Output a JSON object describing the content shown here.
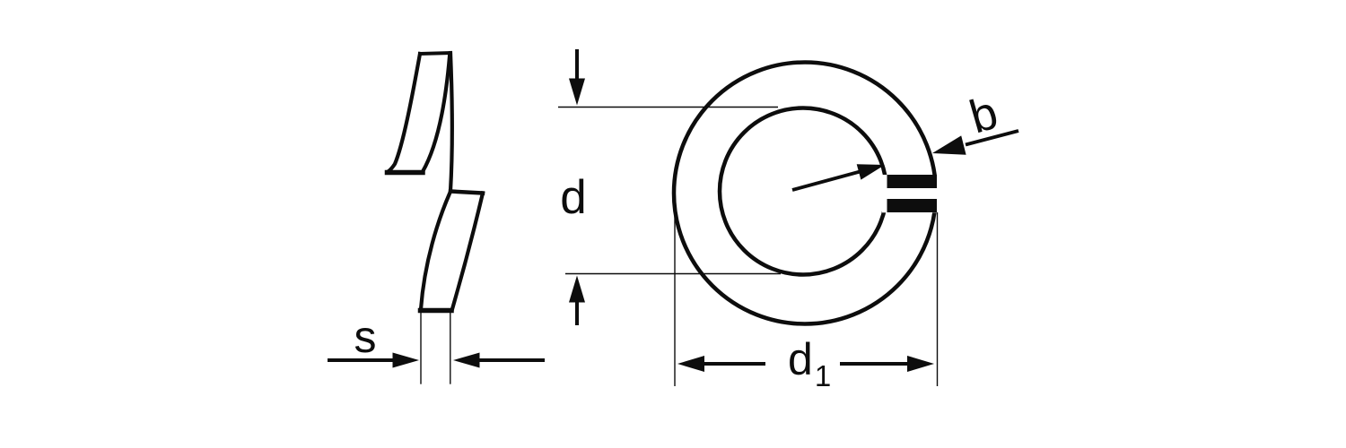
{
  "drawing": {
    "kind": "technical-drawing",
    "subject": "split spring lock washer, side view and top view",
    "labels": {
      "thickness": "s",
      "inside_diameter": "d",
      "outside_diameter_base": "d",
      "outside_diameter_sub": "1",
      "section_width": "b"
    }
  },
  "colors": {
    "ink": "#0d0d0d",
    "background": "#ffffff"
  }
}
